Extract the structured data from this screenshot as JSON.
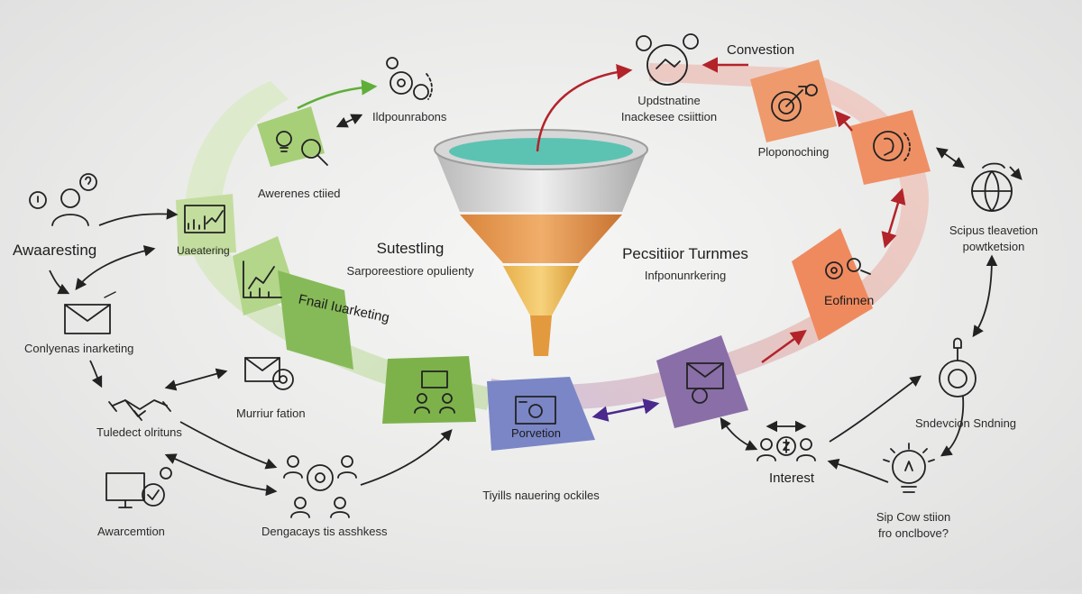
{
  "labels": {
    "top_right_title": "Convestion",
    "top_center": "Updstnatine\nInackesee csiittion",
    "top_left": "Ildpounrabons",
    "awareness_cited": "Awerenes ctiied",
    "awareness_left": "Awaaresting",
    "card_marketing": "Uaeatering",
    "conlyenas": "Conlyenas inarketing",
    "funnel_title": "Sutestling",
    "funnel_sub": "Sarporeestiore opulienty",
    "position_title": "Pecsitiior Turnmes",
    "position_sub": "Infponunrkering",
    "email_marketing": "Fnail\nIuarketing",
    "proposition": "Ploponoching",
    "right_title": "Scipus tleavetion\npowtketsion",
    "card_efinnen": "Eofinnen",
    "card_porvetion": "Porvetion",
    "murriurfation": "Murriur fation",
    "tuledect": "Tuledect olrituns",
    "trylls": "Tiyills nauering ockiles",
    "awarcemtion": "Awarcemtion",
    "dengacays": "Dengacays tis asshkess",
    "interest": "Interest",
    "snedevcion": "Sndevcion Sndning",
    "sip_cow": "Sip Cow stiion\nfro onclbove?"
  },
  "colors": {
    "green_light": "#b9d88e",
    "green": "#8fbf5a",
    "green_dark": "#6ea645",
    "blue_purple": "#7d86c0",
    "purple": "#8a72a6",
    "orange": "#ee8a62",
    "orange_light": "#f0a57a",
    "funnel_teal": "#5cc3b3",
    "funnel_orange": "#e89a4c",
    "funnel_yellow": "#f2c25a",
    "arrow_red": "#b3232a",
    "arrow_purple": "#4b2a8c",
    "arrow_green": "#5fae3a"
  }
}
